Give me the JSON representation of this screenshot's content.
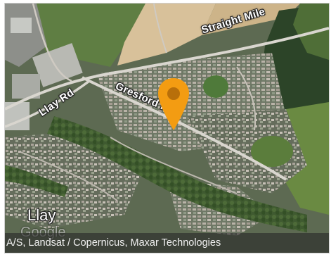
{
  "map": {
    "type": "satellite",
    "road_labels": {
      "straight_mile": "Straight Mile",
      "gresford_rd": "Gresford Rd",
      "llay_rd": "Llay Rd"
    },
    "place_label": "Llay",
    "watermark": "Google",
    "attribution": "A/S, Landsat / Copernicus, Maxar Technologies",
    "marker": {
      "color": "#f39c12",
      "dot_color": "#b86f0a",
      "icon": "location-pin-icon"
    }
  }
}
